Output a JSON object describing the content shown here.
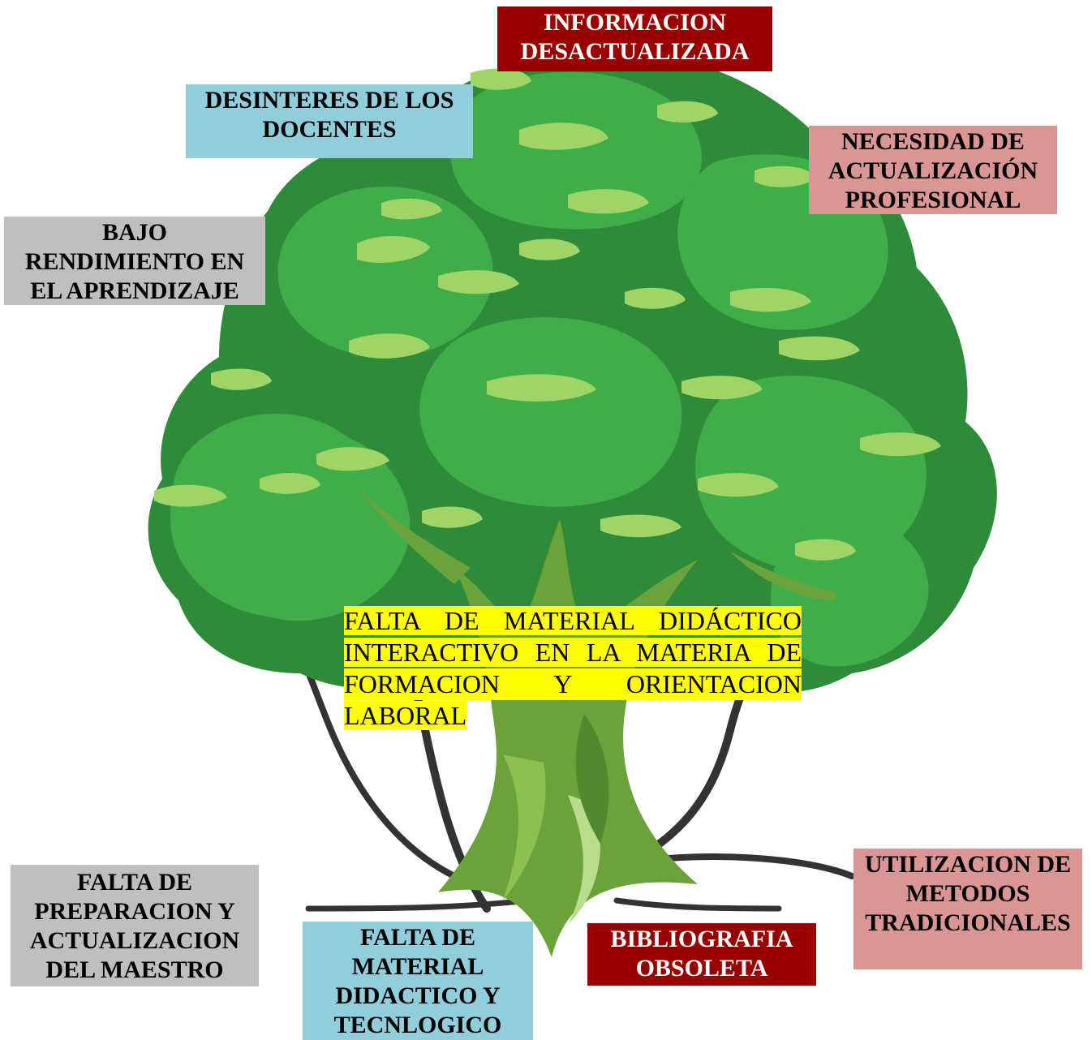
{
  "colors": {
    "dark_red": "#990000",
    "light_blue": "#92cddc",
    "pink": "#d99694",
    "gray": "#bfbfbf",
    "highlight_yellow": "#ffff00",
    "foliage_dark": "#2e8b3a",
    "foliage_mid": "#3fae49",
    "foliage_light": "#9fd466",
    "trunk": "#6aa33a",
    "branch": "#333333"
  },
  "central_problem": {
    "lines": [
      "FALTA DE MATERIAL DIDÁCTICO",
      "INTERACTIVO EN LA MATERIA DE",
      "FORMACION Y ORIENTACION",
      "LABORAL"
    ]
  },
  "effects": {
    "informacion": "INFORMACION\nDESACTUALIZADA",
    "desinteres": "DESINTERES DE LOS\nDOCENTES",
    "necesidad": "NECESIDAD DE\nACTUALIZACIÓN\nPROFESIONAL",
    "bajo_rendimiento": "BAJO\nRENDIMIENTO EN\nEL APRENDIZAJE"
  },
  "causes": {
    "falta_preparacion": "FALTA DE\nPREPARACION  Y\nACTUALIZACION\nDEL MAESTRO",
    "falta_material": "FALTA DE\nMATERIAL\nDIDACTICO Y\nTECNLOGICO",
    "bibliografia": "BIBLIOGRAFIA\nOBSOLETA",
    "metodos": "UTILIZACION DE\nMETODOS\nTRADICIONALES"
  }
}
